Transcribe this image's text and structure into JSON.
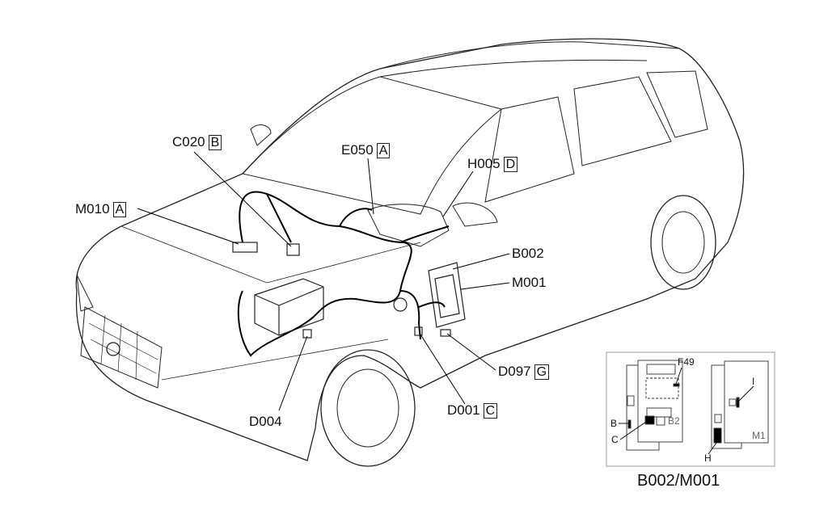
{
  "callouts": [
    {
      "code": "C020",
      "letter": "B"
    },
    {
      "code": "E050",
      "letter": "A"
    },
    {
      "code": "H005",
      "letter": "D"
    },
    {
      "code": "M010",
      "letter": "A"
    },
    {
      "code": "B002",
      "letter": ""
    },
    {
      "code": "M001",
      "letter": ""
    },
    {
      "code": "D097",
      "letter": "G"
    },
    {
      "code": "D001",
      "letter": "C"
    },
    {
      "code": "D004",
      "letter": ""
    }
  ],
  "inset": {
    "title": "B002/M001",
    "labels": {
      "f49": "F49",
      "b": "B",
      "c": "C",
      "b2": "B2",
      "i": "I",
      "h": "H",
      "m1": "M1"
    }
  }
}
